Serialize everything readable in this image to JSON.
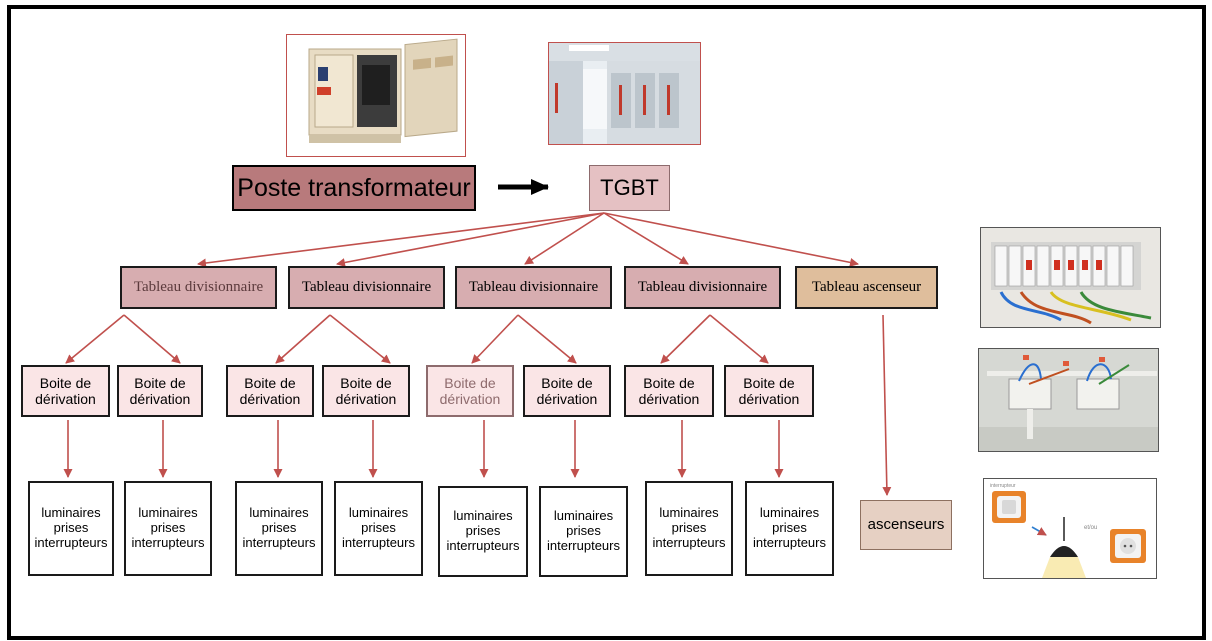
{
  "root": {
    "label": "Poste transformateur"
  },
  "main": {
    "label": "TGBT"
  },
  "tableaux": [
    {
      "label": "Tableau divisionnaire"
    },
    {
      "label": "Tableau divisionnaire"
    },
    {
      "label": "Tableau divisionnaire"
    },
    {
      "label": "Tableau divisionnaire"
    },
    {
      "label": "Tableau ascenseur"
    }
  ],
  "boites": [
    {
      "line1": "Boite de",
      "line2": "dérivation"
    },
    {
      "line1": "Boite de",
      "line2": "dérivation"
    },
    {
      "line1": "Boite de",
      "line2": "dérivation"
    },
    {
      "line1": "Boite de",
      "line2": "dérivation"
    },
    {
      "line1": "Boite de",
      "line2": "dérivation"
    },
    {
      "line1": "Boite de",
      "line2": "dérivation"
    },
    {
      "line1": "Boite de",
      "line2": "dérivation"
    },
    {
      "line1": "Boite de",
      "line2": "dérivation"
    }
  ],
  "leaf": {
    "line1": "luminaires",
    "line2": "prises",
    "line3": "interrupteurs"
  },
  "ascenseurs": {
    "label": "ascenseurs"
  },
  "illustration": {
    "label_top": "interrupteur",
    "label_or": "et/ou"
  },
  "colors": {
    "arrow": "#c0504d",
    "poste": "#b87a7c",
    "tgbt": "#e5c1c3",
    "tableau": "#d7adb0",
    "tableau_asc": "#dfbe9c",
    "boite": "#fae5e6"
  }
}
